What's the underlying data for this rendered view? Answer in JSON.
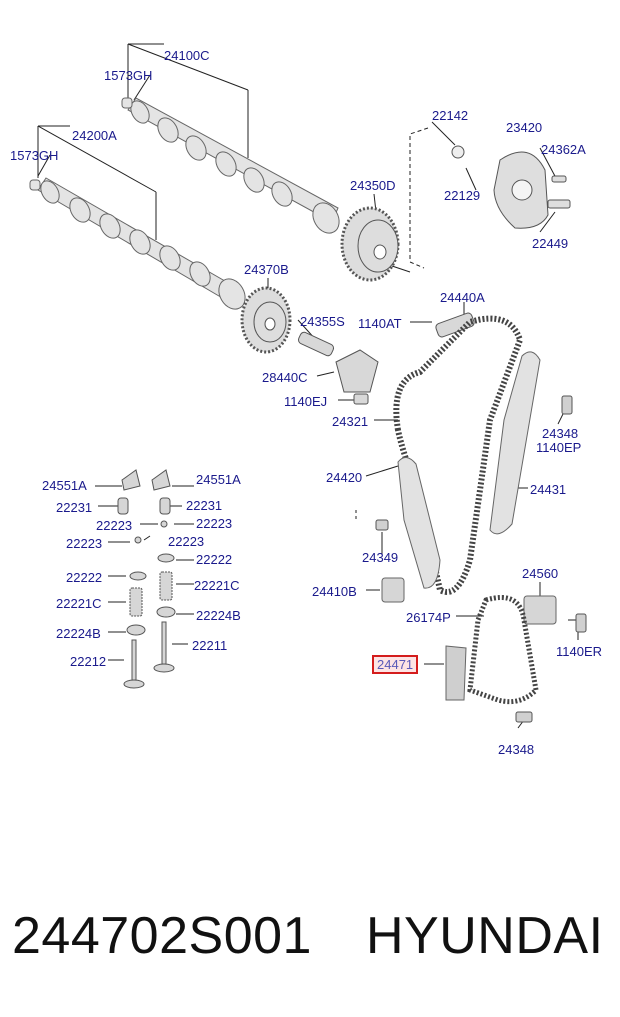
{
  "diagram": {
    "labels": {
      "l24100C": "24100C",
      "l1573GH_a": "1573GH",
      "l24200A": "24200A",
      "l1573GH_b": "1573GH",
      "l22142": "22142",
      "l23420": "23420",
      "l24362A": "24362A",
      "l24350D": "24350D",
      "l22129": "22129",
      "l22449": "22449",
      "l24370B": "24370B",
      "l24440A": "24440A",
      "l24355S": "24355S",
      "l1140AT": "1140AT",
      "l28440C": "28440C",
      "l1140EJ": "1140EJ",
      "l24321": "24321",
      "l24348a": "24348",
      "l1140EP": "1140EP",
      "l24420": "24420",
      "l24431": "24431",
      "l24551A_a": "24551A",
      "l24551A_b": "24551A",
      "l22231_a": "22231",
      "l22231_b": "22231",
      "l22223_a": "22223",
      "l22223_b": "22223",
      "l22223_c": "22223",
      "l22223_d": "22223",
      "l22222_a": "22222",
      "l22222_b": "22222",
      "l24349": "24349",
      "l24560": "24560",
      "l22221C_a": "22221C",
      "l22221C_b": "22221C",
      "l24410B": "24410B",
      "l22224B_a": "22224B",
      "l22224B_b": "22224B",
      "l26174P": "26174P",
      "l1140ER": "1140ER",
      "l22211": "22211",
      "l22212": "22212",
      "l24471": "24471",
      "l24348b": "24348"
    },
    "highlight_color": "#d41c1c",
    "label_color": "#1a1a8c"
  },
  "footer": {
    "part_number": "244702S001",
    "brand": "HYUNDAI"
  }
}
